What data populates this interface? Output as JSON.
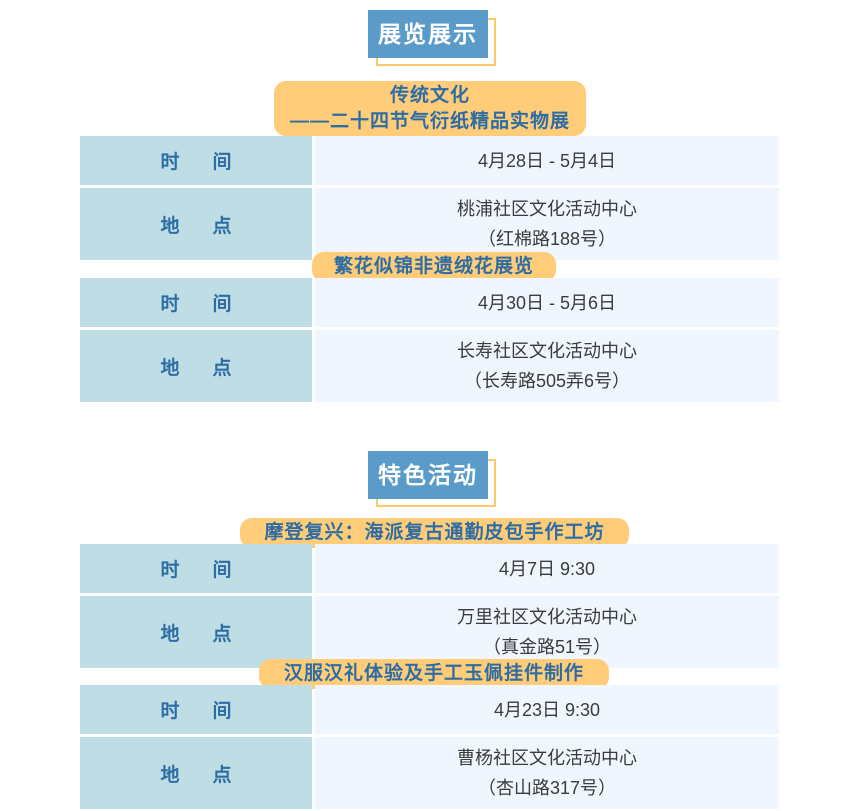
{
  "page": {
    "colors": {
      "banner_blue": "#5b9bc9",
      "banner_shadow_yellow": "#f9c96a",
      "title_yellow": "#ffcc7a",
      "title_text_blue": "#2e6da4",
      "label_cell_blue": "#bfdde5",
      "value_cell_blue": "#eff6fd",
      "value_text": "#3b3b3b",
      "background": "#ffffff"
    },
    "labels": {
      "time": "时　间",
      "place": "地　点"
    }
  },
  "sections": [
    {
      "banner": "展览展示",
      "entries": [
        {
          "title_lines": [
            "传统文化",
            "——二十四节气衍纸精品实物展"
          ],
          "rows": [
            {
              "label": "时　间",
              "values": [
                "4月28日 - 5月4日"
              ]
            },
            {
              "label": "地　点",
              "values": [
                "桃浦社区文化活动中心",
                "（红棉路188号）"
              ]
            }
          ]
        },
        {
          "title_lines": [
            "繁花似锦非遗绒花展览"
          ],
          "rows": [
            {
              "label": "时　间",
              "values": [
                "4月30日 - 5月6日"
              ]
            },
            {
              "label": "地　点",
              "values": [
                "长寿社区文化活动中心",
                "（长寿路505弄6号）"
              ]
            }
          ]
        }
      ]
    },
    {
      "banner": "特色活动",
      "entries": [
        {
          "title_lines": [
            "摩登复兴：海派复古通勤皮包手作工坊"
          ],
          "rows": [
            {
              "label": "时　间",
              "values": [
                "4月7日 9:30"
              ]
            },
            {
              "label": "地　点",
              "values": [
                "万里社区文化活动中心",
                "（真金路51号）"
              ]
            }
          ]
        },
        {
          "title_lines": [
            "汉服汉礼体验及手工玉佩挂件制作"
          ],
          "rows": [
            {
              "label": "时　间",
              "values": [
                "4月23日 9:30"
              ]
            },
            {
              "label": "地　点",
              "values": [
                "曹杨社区文化活动中心",
                "（杏山路317号）"
              ]
            }
          ]
        }
      ]
    }
  ]
}
